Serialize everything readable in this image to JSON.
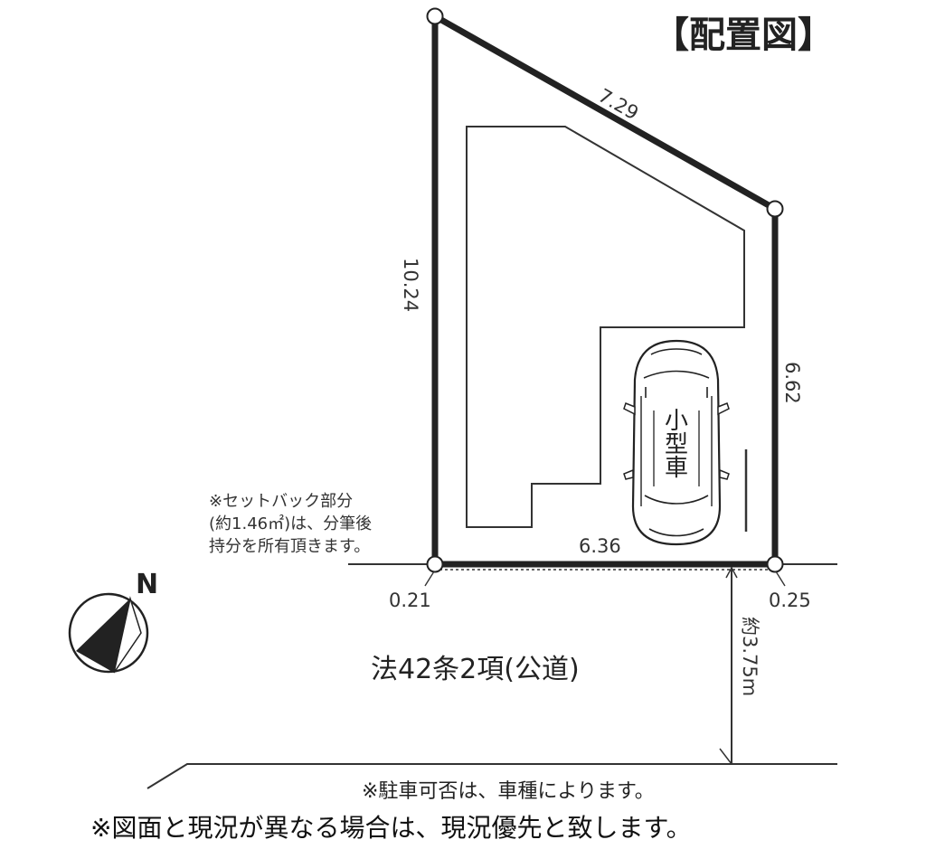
{
  "title": "【配置図】",
  "dimensions": {
    "top_edge": "7.29",
    "left_edge": "10.24",
    "right_edge": "6.62",
    "bottom_edge": "6.36",
    "bottom_left_corner": "0.21",
    "bottom_right_corner": "0.25",
    "road_width": "約3.75m"
  },
  "setback_note": [
    "※セットバック部分",
    "(約1.46㎡)は、分筆後",
    "持分を所有頂きます。"
  ],
  "road_label": "法42条2項(公道)",
  "car_label": [
    "小",
    "型",
    "車"
  ],
  "north_label": "N",
  "footnote_parking": "※駐車可否は、車種によります。",
  "footnote_disclaimer": "※図面と現況が異なる場合は、現況優先と致します。"
}
